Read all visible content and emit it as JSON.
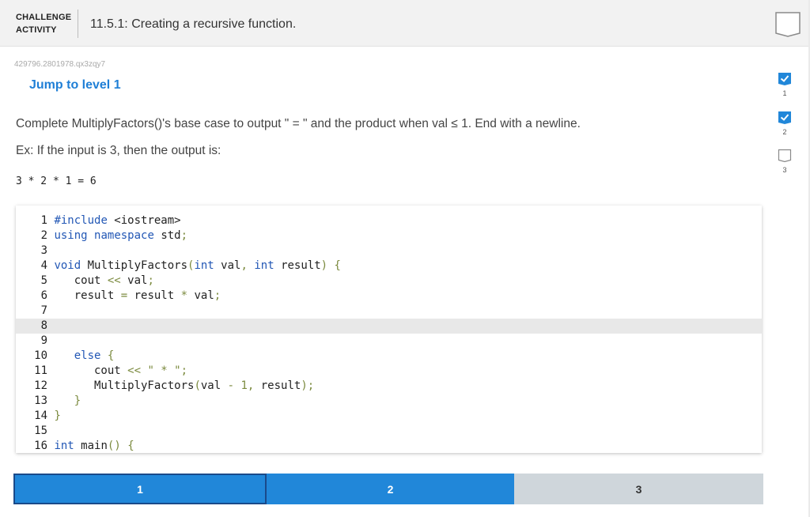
{
  "header": {
    "badge_line1": "CHALLENGE",
    "badge_line2": "ACTIVITY",
    "title": "11.5.1: Creating a recursive function."
  },
  "activity_id": "429796.2801978.qx3zqy7",
  "jump_link": "Jump to level 1",
  "instruction": "Complete MultiplyFactors()'s base case to output \" = \" and the product when val ≤ 1. End with a newline.",
  "example_line": "Ex: If the input is 3, then the output is:",
  "example_output": "3 * 2 * 1 = 6",
  "code": {
    "active_line": 8,
    "lines": [
      {
        "n": "1",
        "html": "<span class=\"kw\">#include</span> &lt;iostream&gt;"
      },
      {
        "n": "2",
        "html": "<span class=\"kw\">using</span> <span class=\"kw\">namespace</span> std<span class=\"pu\">;</span>"
      },
      {
        "n": "3",
        "html": ""
      },
      {
        "n": "4",
        "html": "<span class=\"kw\">void</span> MultiplyFactors<span class=\"pu\">(</span><span class=\"kw\">int</span> val<span class=\"pu\">,</span> <span class=\"kw\">int</span> result<span class=\"pu\">)</span> <span class=\"pu\">{</span>"
      },
      {
        "n": "5",
        "html": "   cout <span class=\"pu\">&lt;&lt;</span> val<span class=\"pu\">;</span>"
      },
      {
        "n": "6",
        "html": "   result <span class=\"pu\">=</span> result <span class=\"pu\">*</span> val<span class=\"pu\">;</span>"
      },
      {
        "n": "7",
        "html": ""
      },
      {
        "n": "8",
        "html": ""
      },
      {
        "n": "9",
        "html": ""
      },
      {
        "n": "10",
        "html": "   <span class=\"kw\">else</span> <span class=\"pu\">{</span>"
      },
      {
        "n": "11",
        "html": "      cout <span class=\"pu\">&lt;&lt;</span> <span class=\"pu\">\" * \";</span>"
      },
      {
        "n": "12",
        "html": "      MultiplyFactors<span class=\"pu\">(</span>val <span class=\"pu\">-</span> <span class=\"pu\">1,</span> result<span class=\"pu\">);</span>"
      },
      {
        "n": "13",
        "html": "   <span class=\"pu\">}</span>"
      },
      {
        "n": "14",
        "html": "<span class=\"pu\">}</span>"
      },
      {
        "n": "15",
        "html": ""
      },
      {
        "n": "16",
        "html": "<span class=\"kw\">int</span> main<span class=\"pu\">()</span> <span class=\"pu\">{</span>"
      }
    ]
  },
  "level_tabs": [
    {
      "label": "1"
    },
    {
      "label": "2"
    },
    {
      "label": "3"
    }
  ],
  "side_levels": [
    {
      "num": "1",
      "state": "completed"
    },
    {
      "num": "2",
      "state": "completed"
    },
    {
      "num": "3",
      "state": "incomplete"
    }
  ],
  "colors": {
    "accent_blue": "#2187d9",
    "link_blue": "#1f7fd6",
    "inactive_gray": "#cfd6db"
  }
}
